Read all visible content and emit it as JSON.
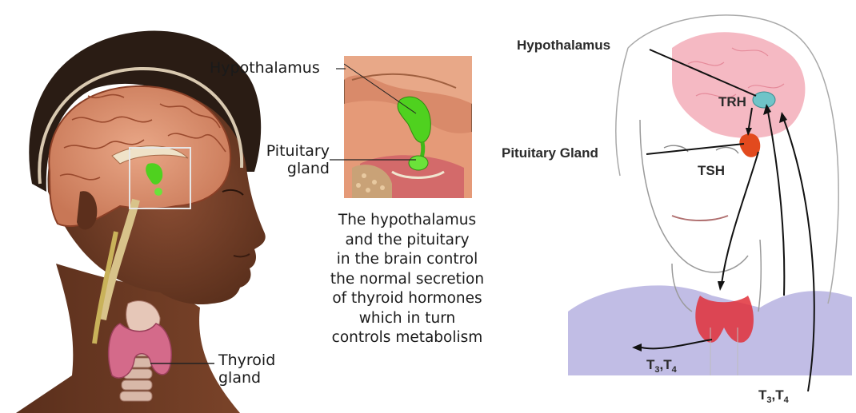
{
  "left_panel": {
    "thyroid_label_line1": "Thyroid",
    "thyroid_label_line2": "gland"
  },
  "center_panel": {
    "hypothalamus_label": "Hypothalamus",
    "pituitary_label_line1": "Pituitary",
    "pituitary_label_line2": "gland",
    "caption_lines": [
      "The hypothalamus",
      "and the pituitary",
      "in the brain control",
      "the normal secretion",
      "of thyroid hormones",
      "which in turn",
      "controls metabolism"
    ]
  },
  "right_panel": {
    "hypothalamus_label": "Hypothalamus",
    "trh_label": "TRH",
    "pituitary_label": "Pituitary Gland",
    "tsh_label": "TSH",
    "t3": "T",
    "t3_sub": "3",
    "t4": "T",
    "t4_sub": "4",
    "comma": ","
  },
  "colors": {
    "skin": "#6b3a26",
    "brain": "#d98a6a",
    "hypothalamus_green": "#4fd11f",
    "thyroid_pink": "#d46a8a",
    "sketch_brain": "#f2a8b4",
    "sketch_thyroid": "#e0303a",
    "sketch_hypothalamus": "#6fc4c8",
    "sketch_pituitary": "#e24a1e",
    "sketch_shirt": "#b6b2e0"
  }
}
